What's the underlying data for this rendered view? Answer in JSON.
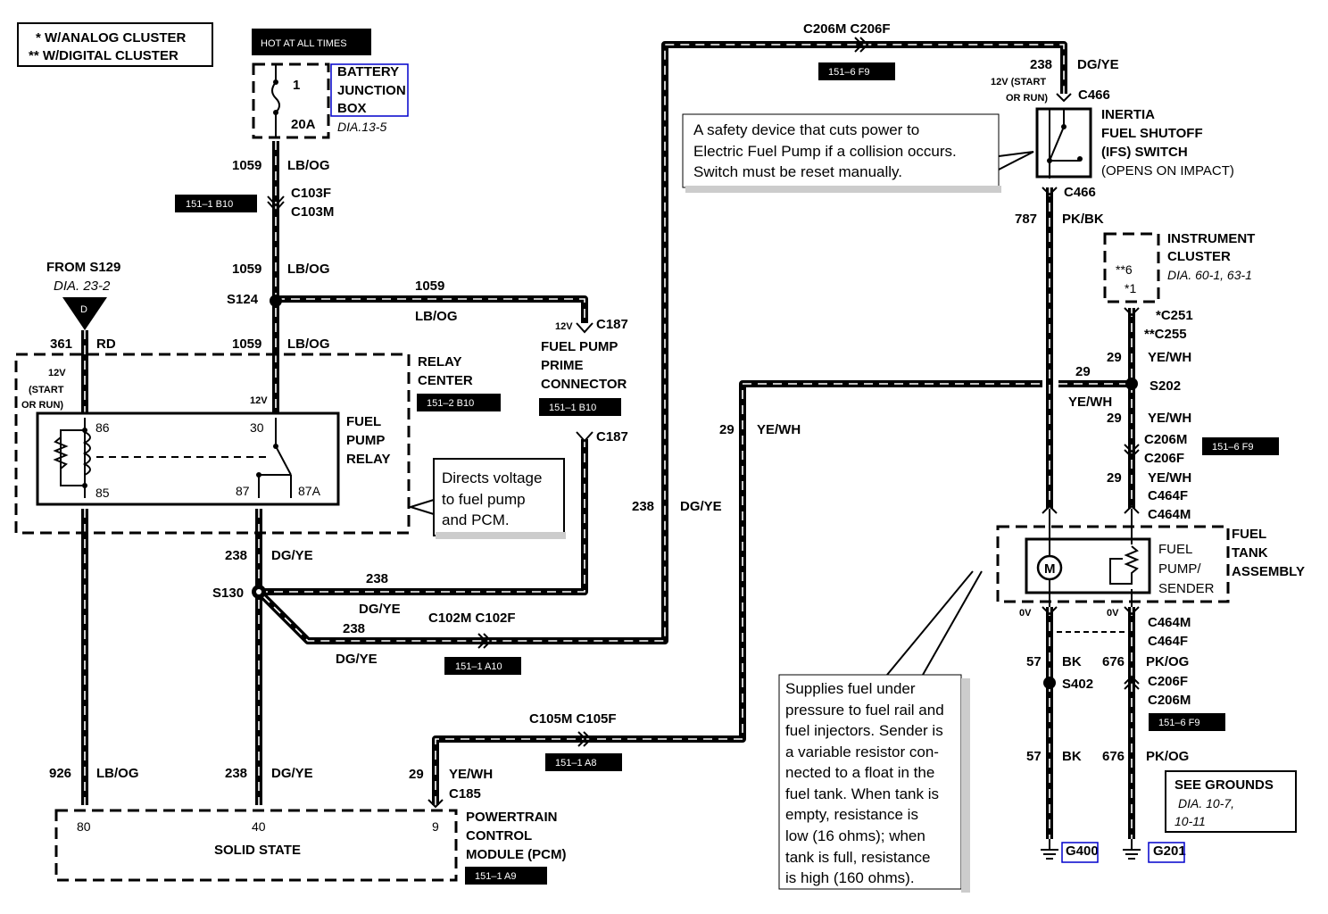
{
  "legend": {
    "analog": "* W/ANALOG CLUSTER",
    "digital": "** W/DIGITAL CLUSTER"
  },
  "hot_label": "HOT AT ALL TIMES",
  "bjb": {
    "fuse_num": "1",
    "fuse_amp": "20A",
    "name1": "BATTERY",
    "name2": "JUNCTION",
    "name3": "BOX",
    "dia": "DIA.13-5"
  },
  "labels": {
    "c103f": "C103F",
    "c103m": "C103M",
    "tag_151_1_b10": "151–1 B10",
    "w1059": "1059",
    "lbog": "LB/OG",
    "s124": "S124",
    "from_s129": "FROM S129",
    "dia23": "DIA. 23-2",
    "d": "D",
    "w361": "361",
    "rd": "RD",
    "v12": "12V",
    "start": "(START",
    "orrun": "OR RUN)",
    "relay_center_1": "RELAY",
    "relay_center_2": "CENTER",
    "tag_151_2_b10": "151–2 B10",
    "relay_1": "FUEL",
    "relay_2": "PUMP",
    "relay_3": "RELAY",
    "p86": "86",
    "p85": "85",
    "p30": "30",
    "p87": "87",
    "p87a": "87A",
    "directs_1": "Directs voltage",
    "directs_2": "to fuel pump",
    "directs_3": "and PCM.",
    "c187": "C187",
    "v12b": "12V",
    "prime_1": "FUEL PUMP",
    "prime_2": "PRIME",
    "prime_3": "CONNECTOR",
    "tag_151_1_b10b": "151–1 B10",
    "w238": "238",
    "dgye": "DG/YE",
    "s130": "S130",
    "c102": "C102M C102F",
    "tag_151_1_a10": "151–1 A10",
    "w926": "926",
    "w29": "29",
    "yewh": "YE/WH",
    "c185": "C185",
    "c105": "C105M C105F",
    "tag_151_1_a8": "151–1 A8",
    "pin80": "80",
    "pin40": "40",
    "pin9": "9",
    "solid": "SOLID STATE",
    "pcm_1": "POWERTRAIN",
    "pcm_2": "CONTROL",
    "pcm_3": "MODULE (PCM)",
    "tag_151_1_a9": "151–1 A9",
    "c206": "C206M C206F",
    "tag_151_6_f9": "151–6 F9",
    "v12start": "12V (START",
    "orrun2": "OR RUN)",
    "c466": "C466",
    "ifs_1": "INERTIA",
    "ifs_2": "FUEL SHUTOFF",
    "ifs_3": "(IFS) SWITCH",
    "ifs_4": "(OPENS ON IMPACT)",
    "safety_1": "A safety device that cuts power to",
    "safety_2": "Electric Fuel Pump if a collision occurs.",
    "safety_3": "Switch must be reset manually.",
    "w787": "787",
    "pkbk": "PK/BK",
    "ic_1": "INSTRUMENT",
    "ic_2": "CLUSTER",
    "ic_dia": "DIA. 60-1, 63-1",
    "ic_p6": "**6",
    "ic_p1": "*1",
    "c251": "*C251",
    "c255": "**C255",
    "s202": "S202",
    "c206m": "C206M",
    "c206f": "C206F",
    "c464f": "C464F",
    "c464m": "C464M",
    "fta_1": "FUEL",
    "fta_2": "TANK",
    "fta_3": "ASSEMBLY",
    "fps_1": "FUEL",
    "fps_2": "PUMP/",
    "fps_3": "SENDER",
    "motor": "M",
    "ov": "0V",
    "w57": "57",
    "bk": "BK",
    "w676": "676",
    "pkog": "PK/OG",
    "s402": "S402",
    "supplies": [
      "Supplies fuel under",
      "pressure to fuel rail and",
      "fuel injectors. Sender is",
      "a variable resistor con-",
      "nected to a float in the",
      "fuel tank. When tank is",
      "empty, resistance is",
      "low (16 ohms); when",
      "tank is full, resistance",
      "is high (160 ohms)."
    ],
    "see_grounds": "SEE GROUNDS",
    "sg_dia1": "DIA. 10-7,",
    "sg_dia2": "10-11",
    "g400": "G400",
    "g201": "G201"
  }
}
